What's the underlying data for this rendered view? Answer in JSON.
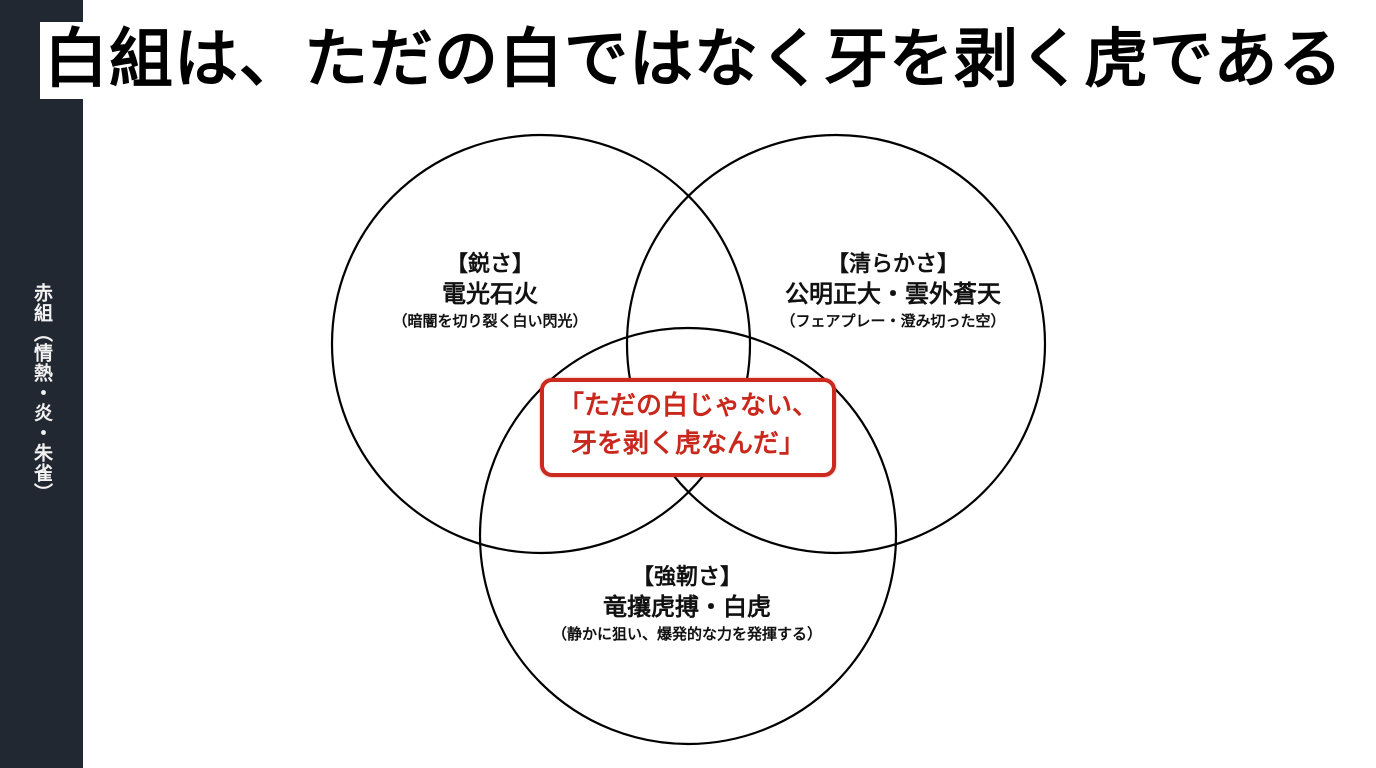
{
  "page": {
    "title": "白組は、ただの白ではなく牙を剥く虎である"
  },
  "sidebar": {
    "label": "赤組（情熱・炎・朱雀）",
    "background": "#222831"
  },
  "venn": {
    "circles": [
      {
        "id": "sharpness",
        "heading": "【鋭さ】",
        "keyword": "電光石火",
        "description": "（暗闇を切り裂く白い閃光）"
      },
      {
        "id": "purity",
        "heading": "【清らかさ】",
        "keyword": "公明正大・雲外蒼天",
        "description": "（フェアプレー・澄み切った空）"
      },
      {
        "id": "toughness",
        "heading": "【強靭さ】",
        "keyword": "竜攘虎搏・白虎",
        "description": "（静かに狙い、爆発的な力を発揮する）"
      }
    ],
    "center": {
      "line1": "「ただの白じゃない、",
      "line2": "牙を剥く虎なんだ」",
      "color": "#cc2a1e"
    }
  }
}
